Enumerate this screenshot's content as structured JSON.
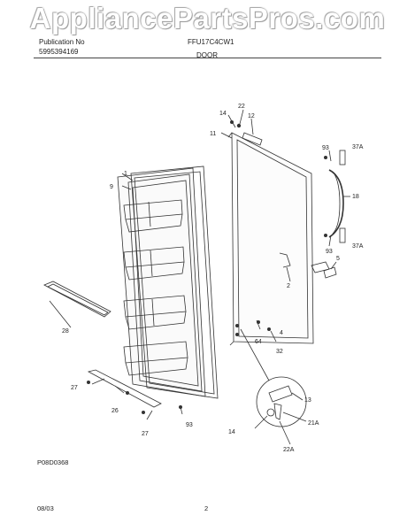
{
  "watermark": "AppliancePartsPros.com",
  "header": {
    "publication_label": "Publication No",
    "publication_number": "5995394169",
    "model": "FFU17C4CW1",
    "section_title": "DOOR"
  },
  "callouts": {
    "c1": "1",
    "c9": "9",
    "c28": "28",
    "c27a": "27",
    "c26": "26",
    "c27b": "27",
    "c93a": "93",
    "c14a": "14",
    "c22a": "22",
    "c12": "12",
    "c11": "11",
    "c93b": "93",
    "c37a_top": "37A",
    "c18": "18",
    "c37a_bot": "37A",
    "c93c": "93",
    "c5": "5",
    "c2": "2",
    "c64": "64",
    "c4": "4",
    "c32": "32",
    "c13": "13",
    "c21a": "21A",
    "c14b": "14",
    "c22b": "22A"
  },
  "footer": {
    "diagram_code": "P08D0368",
    "date": "08/03",
    "page": "2"
  }
}
